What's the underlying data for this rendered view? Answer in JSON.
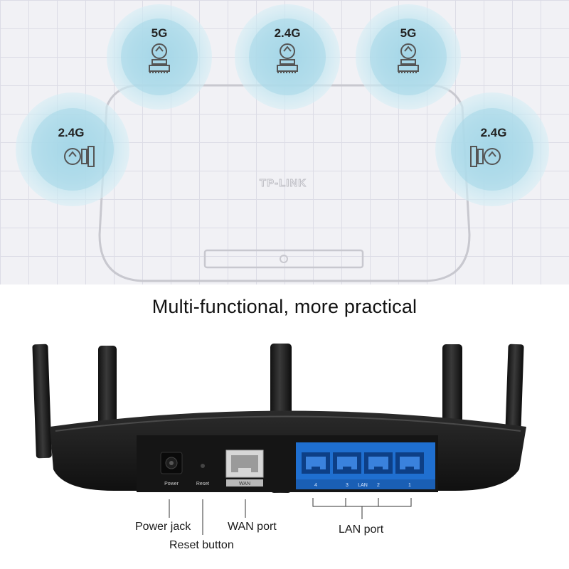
{
  "top_illustration": {
    "brand_logo": "TP-LINK",
    "antenna_bands": [
      "5G",
      "2.4G",
      "5G",
      "2.4G",
      "2.4G"
    ]
  },
  "headline": "Multi-functional, more practical",
  "router_back_panel": {
    "port_labels": {
      "power": "Power",
      "reset": "Reset",
      "wan": "WAN",
      "lan": "LAN",
      "lan_numbers": [
        "4",
        "3",
        "2",
        "1"
      ]
    }
  },
  "callouts": {
    "power_jack": "Power jack",
    "reset_button": "Reset button",
    "wan_port": "WAN port",
    "lan_port": "LAN port"
  },
  "colors": {
    "band_glow": "#bfe5ee",
    "lan_panel_blue": "#1f6fd0",
    "router_body": "#1a1a1a"
  }
}
